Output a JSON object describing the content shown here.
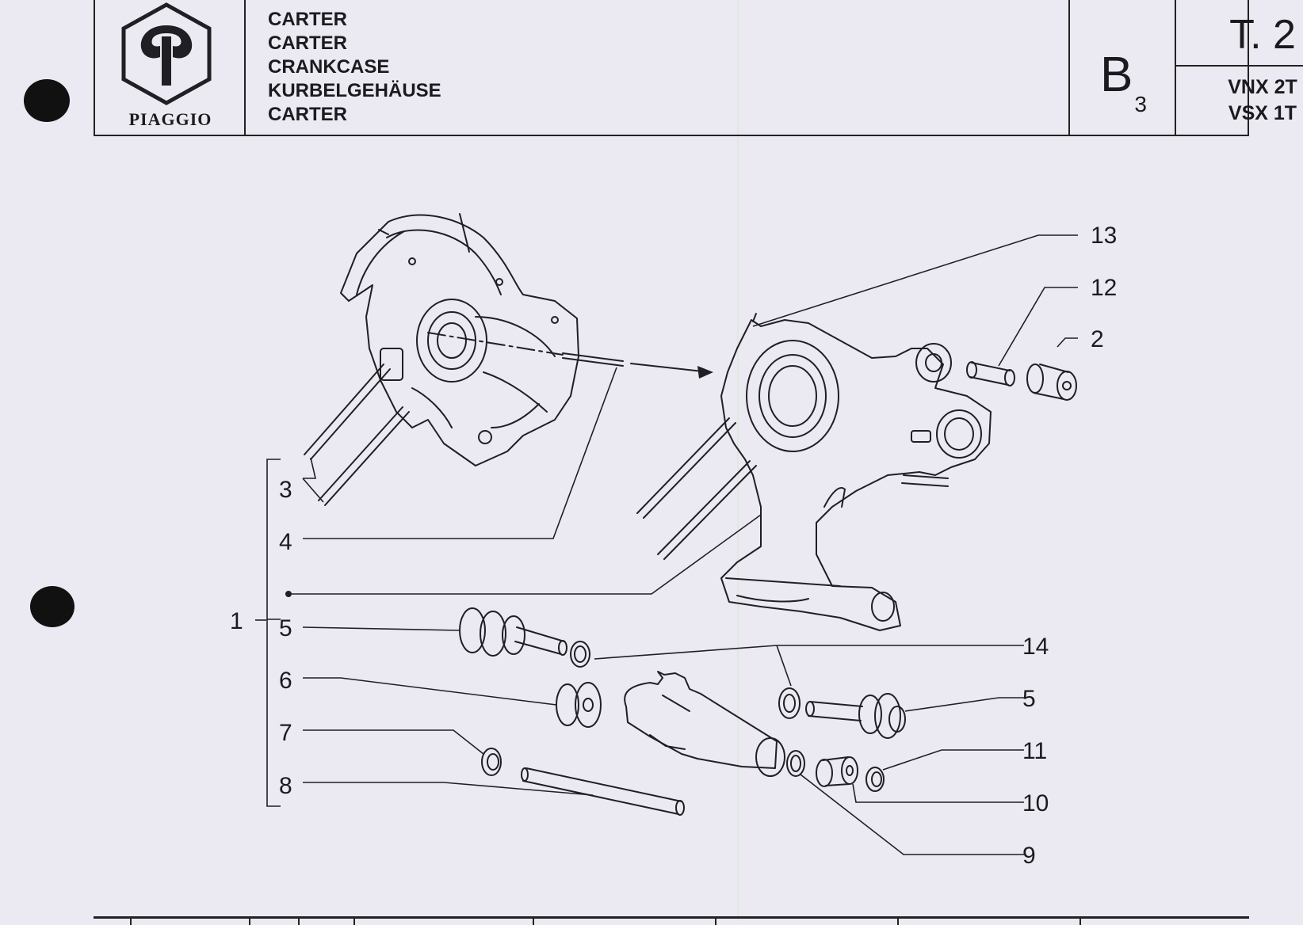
{
  "header": {
    "brand": "PIAGGIO",
    "titles": [
      "CARTER",
      "CARTER",
      "CRANKCASE",
      "KURBELGEHÄUSE",
      "CARTER"
    ],
    "section": {
      "letter": "B",
      "subscript": "3"
    },
    "table": "T. 2",
    "models": [
      "VNX 2T",
      "VSX 1T"
    ]
  },
  "callouts": {
    "c1": "1",
    "c2": "2",
    "c3": "3",
    "c4": "4",
    "c5_left": "5",
    "c5_right": "5",
    "c6": "6",
    "c7": "7",
    "c8": "8",
    "c9": "9",
    "c10": "10",
    "c11": "11",
    "c12": "12",
    "c13": "13",
    "c14": "14"
  },
  "colors": {
    "paper": "#ebe9f1",
    "ink": "#1f1f24"
  }
}
